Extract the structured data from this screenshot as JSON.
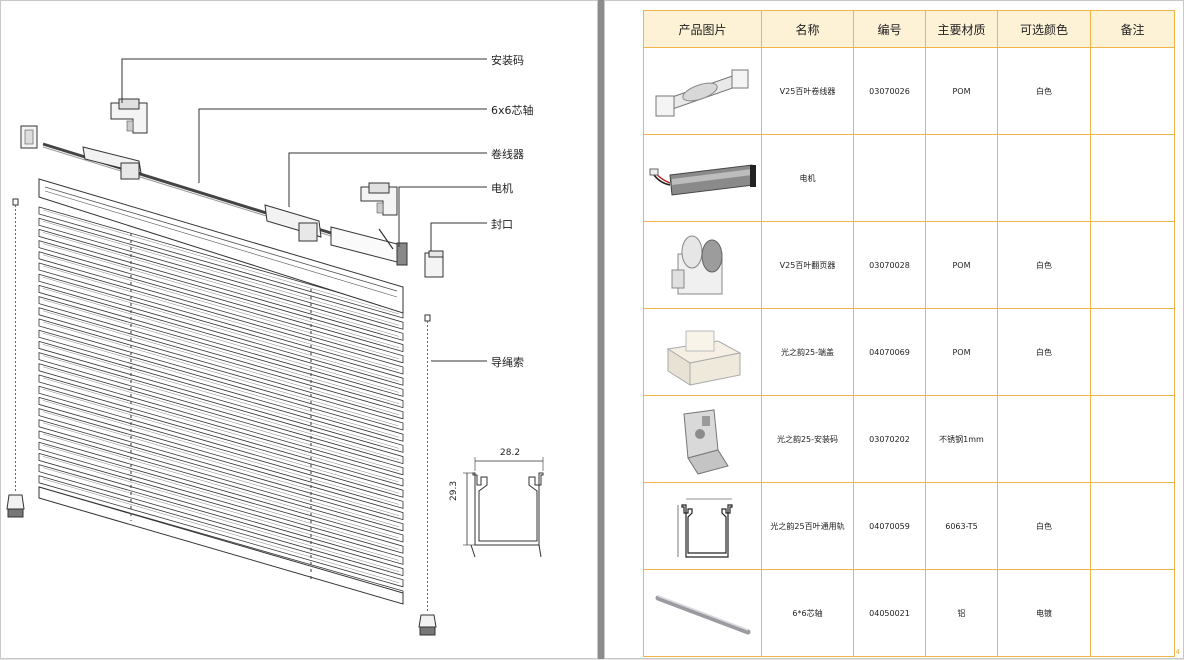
{
  "diagram": {
    "labels": {
      "mount_code": "安装码",
      "core_shaft": "6x6芯轴",
      "winder": "卷线器",
      "motor": "电机",
      "end_cap": "封口",
      "guide_cord": "导绳索"
    },
    "profile_dims": {
      "width": "28.2",
      "height": "29.3"
    }
  },
  "table": {
    "headers": [
      "产品图片",
      "名称",
      "编号",
      "主要材质",
      "可选颜色",
      "备注"
    ],
    "rows": [
      {
        "image": "winder-photo",
        "name": "V25百叶卷线器",
        "code": "03070026",
        "material": "POM",
        "color": "白色",
        "note": ""
      },
      {
        "image": "motor-photo",
        "name": "电机",
        "code": "",
        "material": "",
        "color": "",
        "note": ""
      },
      {
        "image": "tilter-photo",
        "name": "V25百叶翻页器",
        "code": "03070028",
        "material": "POM",
        "color": "白色",
        "note": ""
      },
      {
        "image": "end-cover-photo",
        "name": "光之韵25-端盖",
        "code": "04070069",
        "material": "POM",
        "color": "白色",
        "note": ""
      },
      {
        "image": "mount-code-photo",
        "name": "光之韵25-安装码",
        "code": "03070202",
        "material": "不锈钢1mm",
        "color": "",
        "note": ""
      },
      {
        "image": "rail-profile-drawing",
        "name": "光之韵25百叶通用轨",
        "code": "04070059",
        "material": "6063-T5",
        "color": "白色",
        "note": ""
      },
      {
        "image": "core-shaft-photo",
        "name": "6*6芯轴",
        "code": "04050021",
        "material": "铝",
        "color": "电镀",
        "note": ""
      }
    ]
  },
  "page_number": "4"
}
